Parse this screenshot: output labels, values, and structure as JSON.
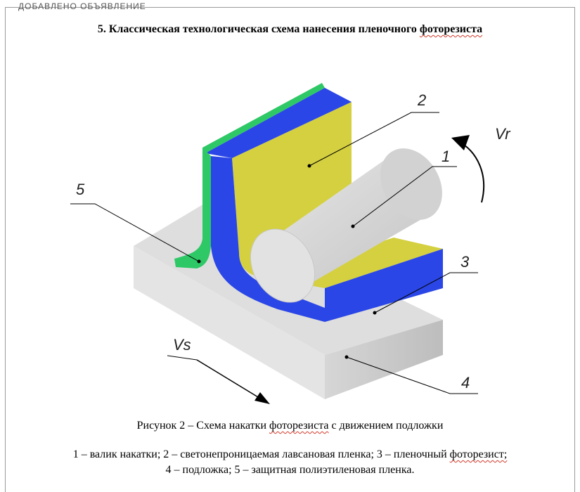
{
  "header": {
    "cut_text": "ДОБАВЛЕНО ОБЪЯВЛЕНИЕ",
    "title_main": "5. Классическая технологическая схема нанесения пленочного ",
    "title_word": "фоторезиста"
  },
  "labels": {
    "l1": "1",
    "l2": "2",
    "l3": "3",
    "l4": "4",
    "l5": "5",
    "vr": "Vr",
    "vs": "Vs"
  },
  "caption": {
    "pre": "Рисунок 2 – Схема накатки ",
    "word": "фоторезиста",
    "post": " с движением подложки"
  },
  "legend": {
    "line1_pre": "1 – валик накатки; 2 – светонепроницаемая лавсановая пленка; 3 – пленочный ",
    "line1_word": "фоторезист;",
    "line2": "4 – подложка; 5 – защитная полиэтиленовая пленка."
  },
  "colors": {
    "substrate_top": "#dedede",
    "substrate_front": "#cbcbcb",
    "substrate_side": "#e6e6e6",
    "photoresist_yellow": "#d4d040",
    "lavsan_blue": "#2a46e6",
    "protective_green": "#2ec866",
    "roller": "#dcdcdc"
  }
}
